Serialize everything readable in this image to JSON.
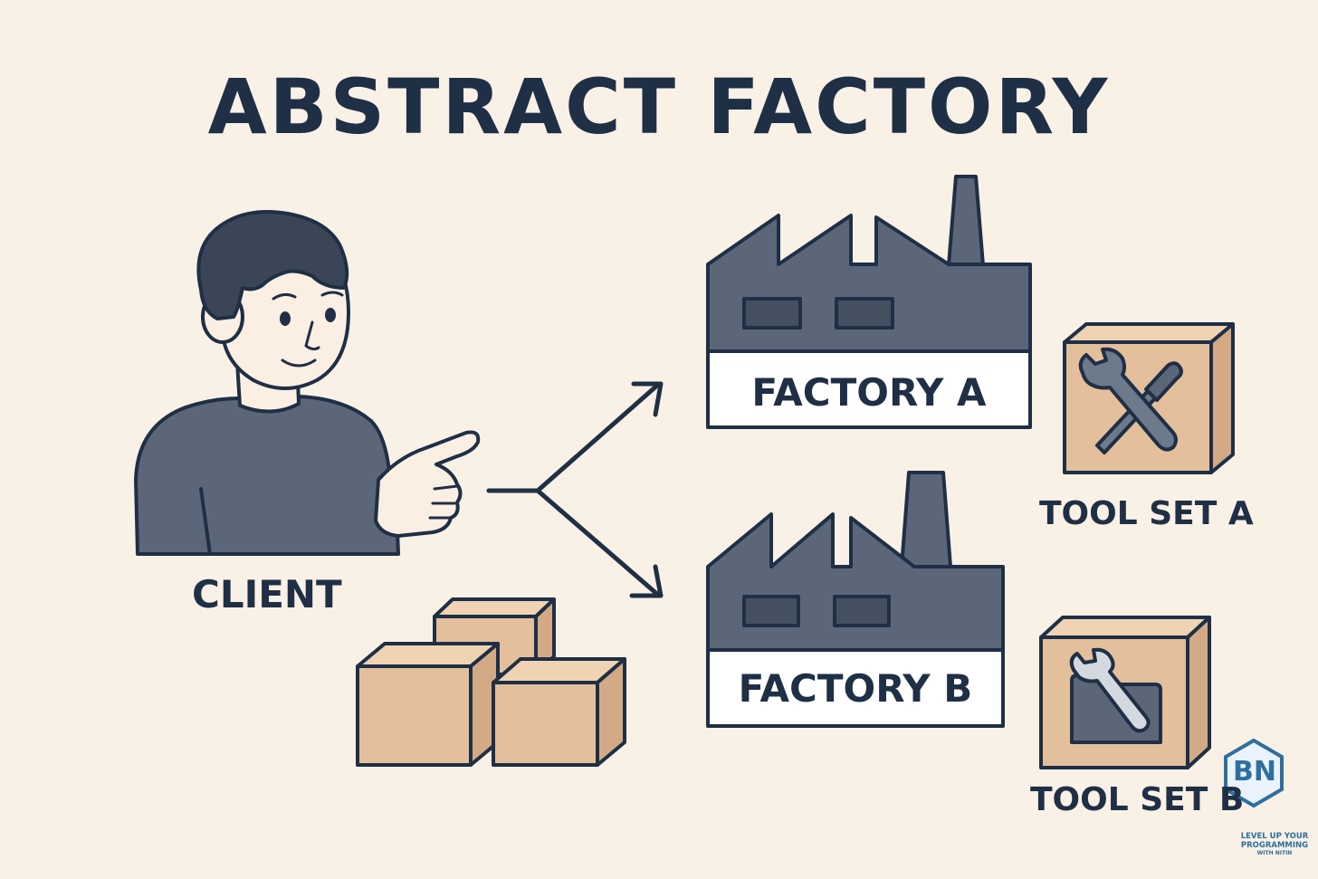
{
  "title": "ABSTRACT FACTORY",
  "client": {
    "label": "CLIENT"
  },
  "factories": [
    {
      "label": "FACTORY A"
    },
    {
      "label": "FACTORY B"
    }
  ],
  "toolsets": [
    {
      "label": "TOOL SET A",
      "icon": "wrench-screwdriver-icon"
    },
    {
      "label": "TOOL SET B",
      "icon": "wrench-folder-icon"
    }
  ],
  "logo": {
    "initials": "BN",
    "caption_line1": "LEVEL UP YOUR",
    "caption_line2": "PROGRAMMING",
    "caption_line3": "WITH NITIN"
  },
  "colors": {
    "background": "#f9f1e6",
    "ink": "#1f2f45",
    "factory": "#5b6779",
    "box": "#e3bf9b",
    "box_shade": "#d3aa85",
    "shirt": "#5b6779",
    "skin": "#fbeee3",
    "logo_blue": "#2f6f9f"
  }
}
